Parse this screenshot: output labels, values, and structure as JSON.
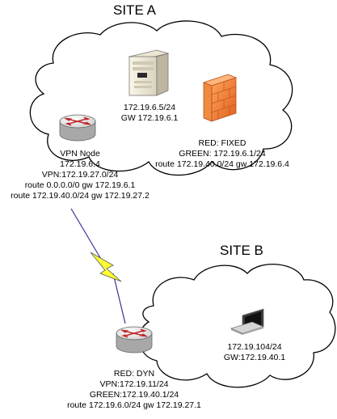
{
  "sites": [
    {
      "title": "SITE A"
    },
    {
      "title": "SITE B"
    }
  ],
  "nodes": {
    "server": {
      "icon": "server-icon",
      "lines": [
        "172.19.6.5/24",
        "GW 172.19.6.1"
      ]
    },
    "firewall": {
      "icon": "firewall-icon",
      "lines": [
        "RED: FIXED",
        "GREEN: 172.19.6.1/24",
        "route 172.19.40.0/24 gw 172.19.6.4"
      ]
    },
    "vpn_node": {
      "icon": "router-icon",
      "lines": [
        "VPN Node",
        "172.19.6.4",
        "VPN:172.19.27.0/24",
        "route 0.0.0.0/0 gw 172.19.6.1",
        "route 172.19.40.0/24 gw 172.19.27.2"
      ]
    },
    "laptop": {
      "icon": "laptop-icon",
      "lines": [
        "172.19.104/24",
        "GW:172.19.40.1"
      ]
    },
    "router_b": {
      "icon": "router-icon",
      "lines": [
        "RED: DYN",
        "VPN:172.19.11/24",
        "GREEN:172.19.40.1/24",
        "route 172.19.6.0/24 gw 172.19.27.1"
      ]
    }
  },
  "link": {
    "icon": "lightning-bolt-icon"
  },
  "colors": {
    "cloud_stroke": "#000000",
    "bolt_fill": "#ffff33",
    "bolt_stroke": "#333399",
    "router_arrow": "#c0282d",
    "firewall": "#ee7733"
  }
}
